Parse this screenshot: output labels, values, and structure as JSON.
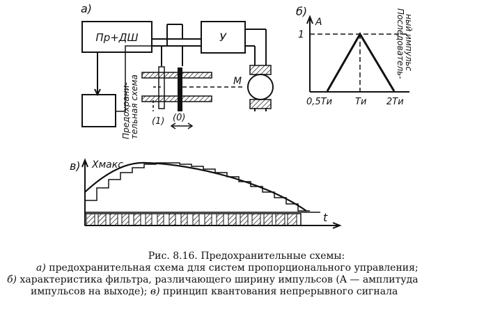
{
  "panel_a": {
    "label": "а)",
    "block_pr": "Пр+ДШ",
    "block_u": "У",
    "safety_text_1": "Предохрани-",
    "safety_text_2": "тельная схема",
    "motor": "М",
    "pos_1": "(1)",
    "pos_0": "(0)"
  },
  "panel_b": {
    "label": "б)",
    "axis_y": "A",
    "level_one": "1",
    "tick_1": "0,5Tи",
    "tick_2": "Tи",
    "tick_3": "2Tи",
    "seq_1": "Последователь-",
    "seq_2": "ный импульс"
  },
  "panel_c": {
    "label": "в)",
    "ymax": "Xмакс",
    "t": "t"
  },
  "caption": {
    "title": "Рис. 8.16. Предохранительные схемы:",
    "line_a_prefix": "а)",
    "line_a": " предохранительная схема  для  систем  пропорционального управления;",
    "line_b_prefix": "б)",
    "line_b": " характеристика фильтра, различающего ширину  импульсов (A — амплитуда",
    "line_c_1": "импульсов на выходе); ",
    "line_c_prefix": "в)",
    "line_c_2": " принцип квантования непрерывного сигнала"
  }
}
